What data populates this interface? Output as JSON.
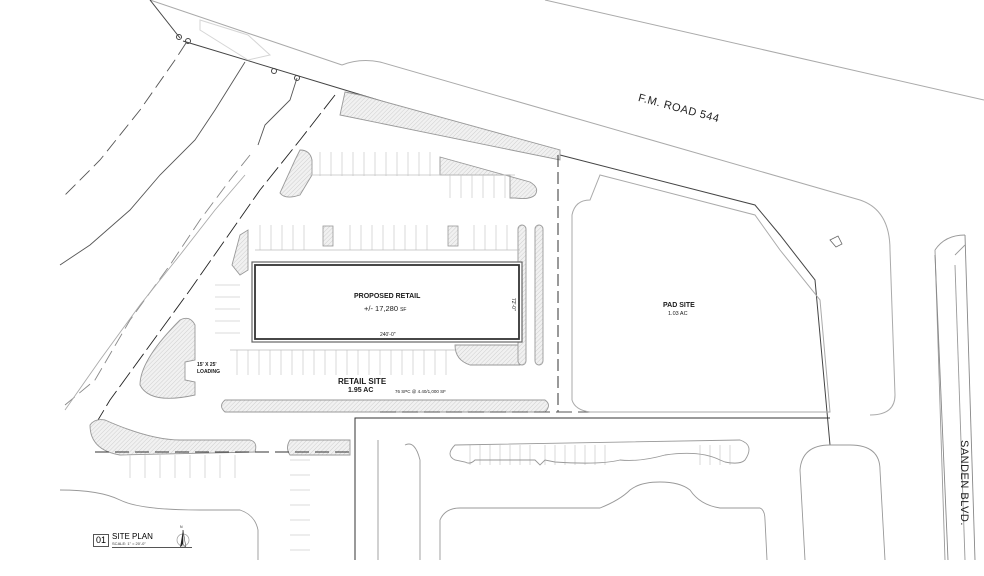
{
  "plan": {
    "title": "SITE PLAN",
    "number": "01",
    "scale": "SCALE: 1\" = 20'-0\"",
    "north_arrow": "N"
  },
  "roads": {
    "north": "F.M. ROAD 544",
    "east": "SANDEN BLVD."
  },
  "building": {
    "name": "PROPOSED RETAIL",
    "area_prefix": "+/- 17,280",
    "area_unit": "SF",
    "width_dim": "240'-0\"",
    "depth_dim": "72'-0\""
  },
  "retail_site": {
    "name": "RETAIL SITE",
    "acres": "1.95 AC",
    "parking": "76 SPC @ 4.40/1,000 SF"
  },
  "pad_site": {
    "name": "PAD SITE",
    "acres": "1.03 AC"
  },
  "loading": {
    "line1": "15' X 25'",
    "line2": "LOADING"
  },
  "colors": {
    "line": "#333333",
    "light_line": "#b5b5b5",
    "hatch": "#c8c8c8"
  }
}
